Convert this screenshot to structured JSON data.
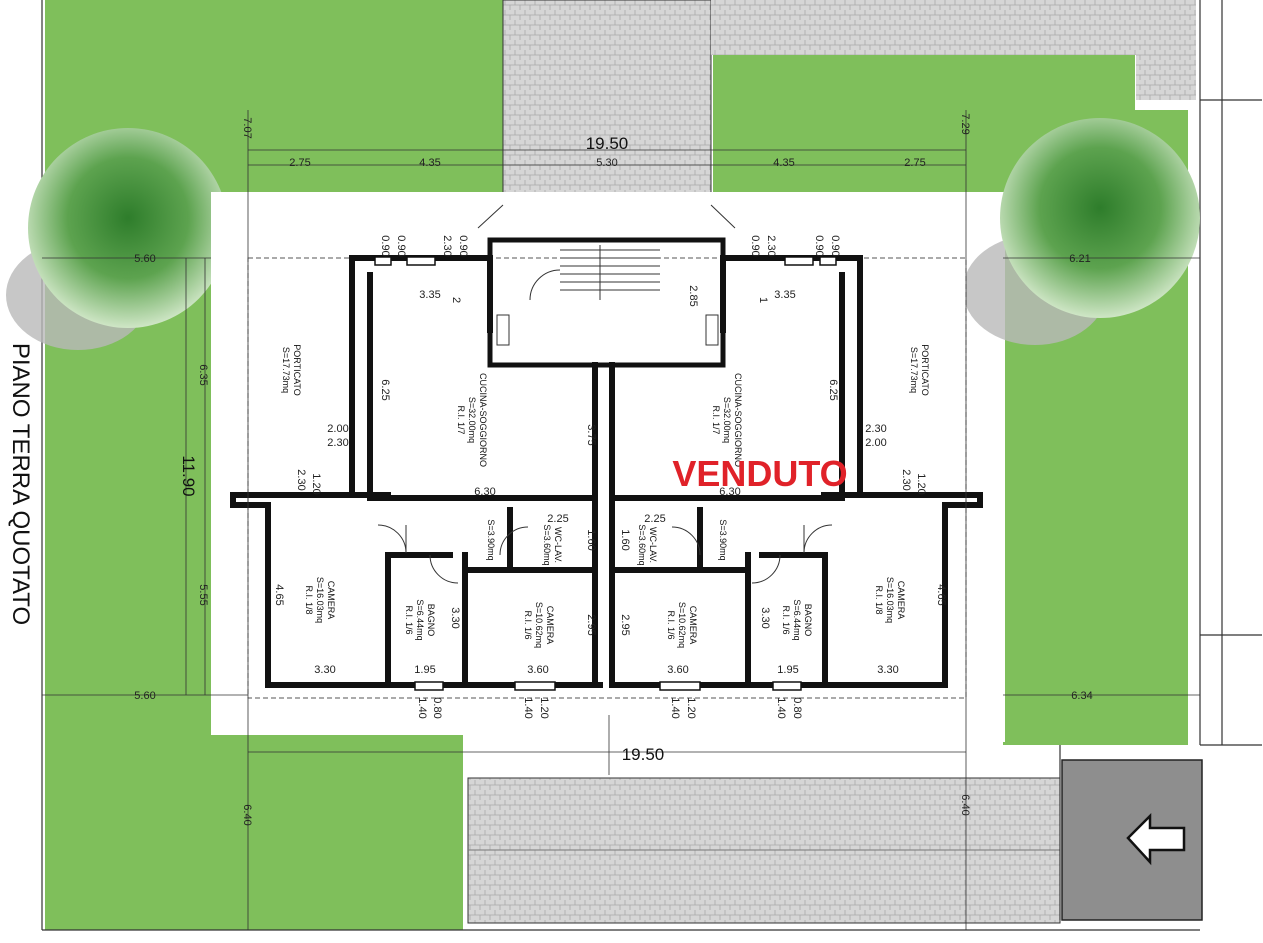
{
  "plan_title": "PIANO TERRA QUOTATO",
  "status_stamp": "VENDUTO",
  "overall_dims": {
    "width_top": "19.50",
    "width_bottom": "19.50",
    "depth": "11.90"
  },
  "top_dims": {
    "left_outer": "2.75",
    "left_inner": "4.35",
    "center": "5.30",
    "right_inner": "4.35",
    "right_outer": "2.75"
  },
  "side_dims": {
    "left_setback_top": "7.07",
    "right_setback_top": "7.29",
    "left_garden": "5.60",
    "right_garden": "6.21",
    "left_lower": "5.60",
    "right_lower": "6.34",
    "left_front": "6.40",
    "right_front": "6.40",
    "upper_depth": "6.35",
    "lower_depth": "5.55"
  },
  "rooms": {
    "porticato_left": {
      "name": "PORTICATO",
      "area": "S=17.73mq"
    },
    "porticato_right": {
      "name": "PORTICATO",
      "area": "S=17.73mq"
    },
    "cucina_left": {
      "name": "CUCINA-SOGGIORNO",
      "area": "S=32.00mq",
      "ri": "R.I. 1/7"
    },
    "cucina_right": {
      "name": "CUCINA-SOGGIORNO",
      "area": "S=32.00mq",
      "ri": "R.I. 1/7"
    },
    "wc_left": {
      "name": "WC-LAV.",
      "area": "S=3.60mq"
    },
    "wc_right": {
      "name": "WC-LAV.",
      "area": "S=3.60mq"
    },
    "dis_left": {
      "area": "S=3.90mq"
    },
    "dis_right": {
      "area": "S=3.90mq"
    },
    "camera_left_big": {
      "name": "CAMERA",
      "area": "S=16.03mq",
      "ri": "R.I. 1/8"
    },
    "camera_right_big": {
      "name": "CAMERA",
      "area": "S=16.03mq",
      "ri": "R.I. 1/8"
    },
    "bagno_left": {
      "name": "BAGNO",
      "area": "S=6.44mq",
      "ri": "R.I. 1/6"
    },
    "bagno_right": {
      "name": "BAGNO",
      "area": "S=6.44mq",
      "ri": "R.I. 1/6"
    },
    "camera_left_small": {
      "name": "CAMERA",
      "area": "S=10.62mq",
      "ri": "R.I. 1/6"
    },
    "camera_right_small": {
      "name": "CAMERA",
      "area": "S=10.62mq",
      "ri": "R.I. 1/6"
    }
  },
  "unit_labels": {
    "left": "2",
    "right": "1"
  },
  "room_dims": {
    "w335": "3.35",
    "h285": "2.85",
    "h625": "6.25",
    "h375": "3.75",
    "w630": "6.30",
    "w225": "2.25",
    "h160": "1.60",
    "w200": "2.00",
    "w230": "2.30",
    "w120": "1.20",
    "h465": "4.65",
    "w330": "3.30",
    "w195": "1.95",
    "w360": "3.60",
    "h295": "2.95",
    "h330": "3.30",
    "w090": "0.90",
    "w140": "1.40",
    "w080": "0.80"
  },
  "colors": {
    "lawn": "#7fbf5b",
    "paving": "#d4d4d4",
    "wall": "#111111",
    "driveway": "#8e8e8e",
    "sold": "#e02229",
    "tree": "#3f8f3a"
  }
}
